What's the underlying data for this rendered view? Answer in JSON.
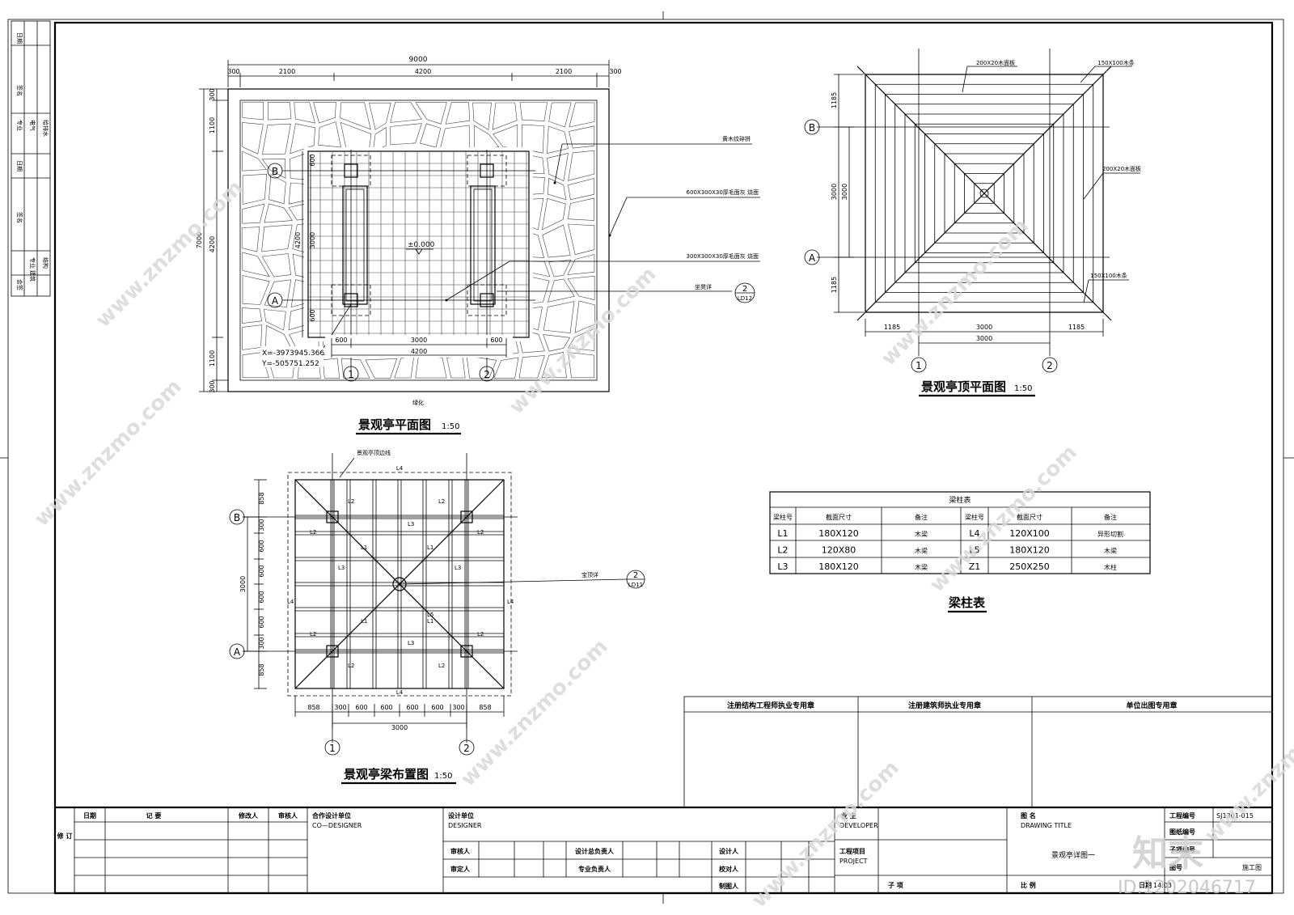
{
  "drawings": {
    "plan": {
      "title": "景观亭平面图",
      "scale": "1:50",
      "dims_top": [
        "9000",
        "300",
        "2100",
        "4200",
        "2100",
        "300"
      ],
      "dims_left": [
        "300",
        "1100",
        "4200",
        "1100",
        "300",
        "7000"
      ],
      "inner_dims_left": [
        "600",
        "3000",
        "4200",
        "600"
      ],
      "inner_dims_bottom": [
        "600",
        "3000",
        "600",
        "4200"
      ],
      "elevation": "±0.000",
      "coord_x": "X=-3973945.366",
      "coord_y": "Y=-505751.252",
      "callouts": [
        "黄木纹碎拼",
        "600X300X30厚毛面灰 烧面",
        "300X300X30厚毛面灰 烧面",
        "坐凳详"
      ],
      "callout_ref": {
        "num": "2",
        "sheet": "LD12"
      },
      "bottom_note": "绿化",
      "axes": [
        "A",
        "B",
        "1",
        "2"
      ]
    },
    "roof": {
      "title": "景观亭顶平面图",
      "scale": "1:50",
      "labels": [
        "200X20木面板",
        "150X100木条",
        "200X20木面板",
        "150X100木条"
      ],
      "dims_left": [
        "1185",
        "3000",
        "3000",
        "1185"
      ],
      "dims_bottom": [
        "1185",
        "3000",
        "1185",
        "3000"
      ],
      "axes": [
        "A",
        "B",
        "1",
        "2"
      ]
    },
    "beam": {
      "title": "景观亭梁布置图",
      "scale": "1:50",
      "outline_label": "景观亭顶边线",
      "beam_labels": [
        "L4",
        "L2",
        "L3",
        "L1",
        "L5"
      ],
      "callout": "宝顶详",
      "callout_ref": {
        "num": "2",
        "sheet": "LD11"
      },
      "dims_left": [
        "858",
        "300",
        "600",
        "600",
        "600",
        "600",
        "300",
        "858",
        "3000"
      ],
      "dims_bottom": [
        "858",
        "300",
        "600",
        "600",
        "600",
        "600",
        "300",
        "858",
        "3000"
      ],
      "axes": [
        "A",
        "B",
        "1",
        "2"
      ]
    }
  },
  "table": {
    "title": "梁柱表",
    "caption": "梁柱表",
    "headers": [
      "梁柱号",
      "截面尺寸",
      "备注",
      "梁柱号",
      "截面尺寸",
      "备注"
    ],
    "rows": [
      [
        "L1",
        "180X120",
        "木梁",
        "L4",
        "120X100",
        "异形切割"
      ],
      [
        "L2",
        "120X80",
        "木梁",
        "L5",
        "180X120",
        "木梁"
      ],
      [
        "L3",
        "180X120",
        "木梁",
        "Z1",
        "250X250",
        "木柱"
      ]
    ]
  },
  "stamps": [
    "注册结构工程师执业专用章",
    "注册建筑师执业专用章",
    "单位出图专用章"
  ],
  "title_block": {
    "revise": "修 订",
    "date": "日期",
    "record": "记 要",
    "modifier": "修改人",
    "reviewer": "审核人",
    "co_designer_cn": "合作设计单位",
    "co_designer_en": "CO—DESIGNER",
    "designer_cn": "设计单位",
    "designer_en": "DESIGNER",
    "review": "审核人",
    "approve": "审定人",
    "chief": "设计总负责人",
    "discipline": "专业负责人",
    "design": "设计人",
    "check": "校对人",
    "draw": "制图人",
    "owner_cn": "业 主",
    "owner_en": "DEVELOPER",
    "project_cn": "工程项目",
    "project_en": "PROJECT",
    "subitem": "子 项",
    "drawing_title_cn": "图 名",
    "drawing_title_en": "DRAWING TITLE",
    "drawing_title": "景观亭详图一",
    "scale_label": "比 例",
    "project_no_label": "工程编号",
    "project_no": "SJ1301-015",
    "drawing_no_label": "图纸编号",
    "sub_no_label": "子项编号",
    "stage": "施工图",
    "date_label": "日期",
    "date_value": "14.03",
    "page_label": "图号"
  },
  "side_strip": [
    "日期",
    "签名",
    "专业",
    "电气",
    "给排水",
    "日期",
    "签名",
    "会签",
    "专业",
    "建筑",
    "结构"
  ],
  "watermark": {
    "text": "www.znzmo.com",
    "logo": "知末",
    "id": "ID:1202046717"
  }
}
